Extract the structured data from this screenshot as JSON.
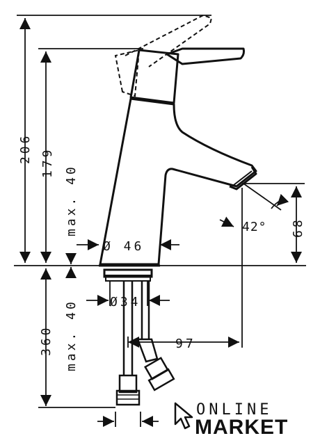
{
  "dimensions": {
    "overall_height": "206",
    "spout_height": "179",
    "max_deck_upper": "max. 40",
    "spout_diameter": "Ø 46",
    "spout_rise": "68",
    "spray_angle": "42°",
    "connection_diameter": "Ø34",
    "max_deck_lower": "max. 40",
    "hose_length": "360",
    "spout_reach": "97"
  },
  "logo": {
    "line1": "ONLINE",
    "line2": "MARKET"
  },
  "colors": {
    "ink": "#111111",
    "background": "#ffffff"
  }
}
